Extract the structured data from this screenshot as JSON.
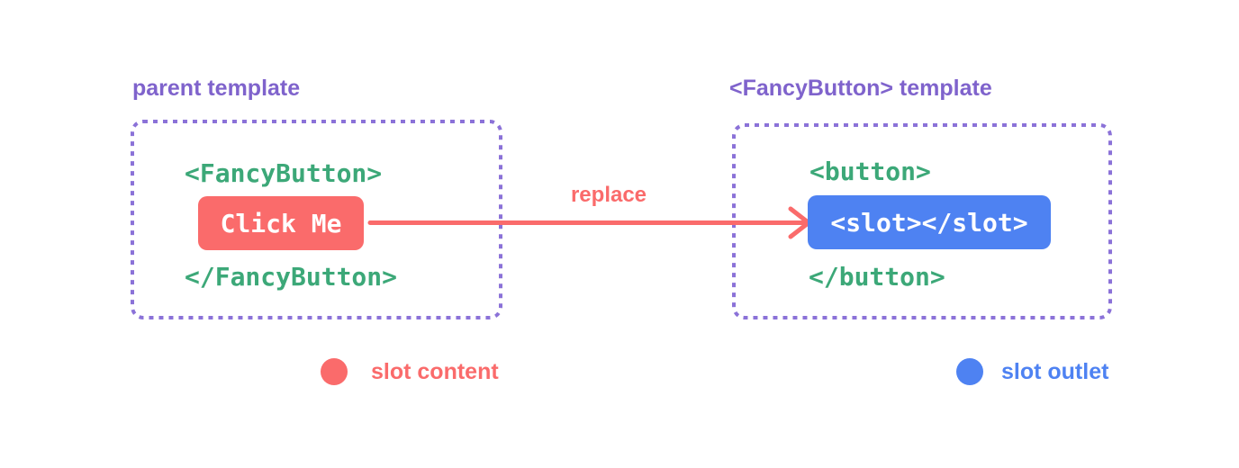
{
  "diagram": {
    "background": "#ffffff",
    "colors": {
      "label_purple": "#7f63cc",
      "border_purple": "#8b72d8",
      "code_green": "#3ca878",
      "slot_content_red": "#fa6b6b",
      "slot_outlet_blue": "#4e82f2",
      "chip_text_white": "#ffffff"
    },
    "parent_panel": {
      "title": "parent template",
      "open_tag": "<FancyButton>",
      "button_label": "Click Me",
      "close_tag": "</FancyButton>"
    },
    "arrow": {
      "label": "replace"
    },
    "fancy_panel": {
      "title": "<FancyButton> template",
      "open_tag": "<button>",
      "slot_code": "<slot></slot>",
      "close_tag": "</button>"
    },
    "legend": [
      {
        "swatch": "red-circle",
        "label": "slot content"
      },
      {
        "swatch": "blue-circle",
        "label": "slot outlet"
      }
    ]
  }
}
